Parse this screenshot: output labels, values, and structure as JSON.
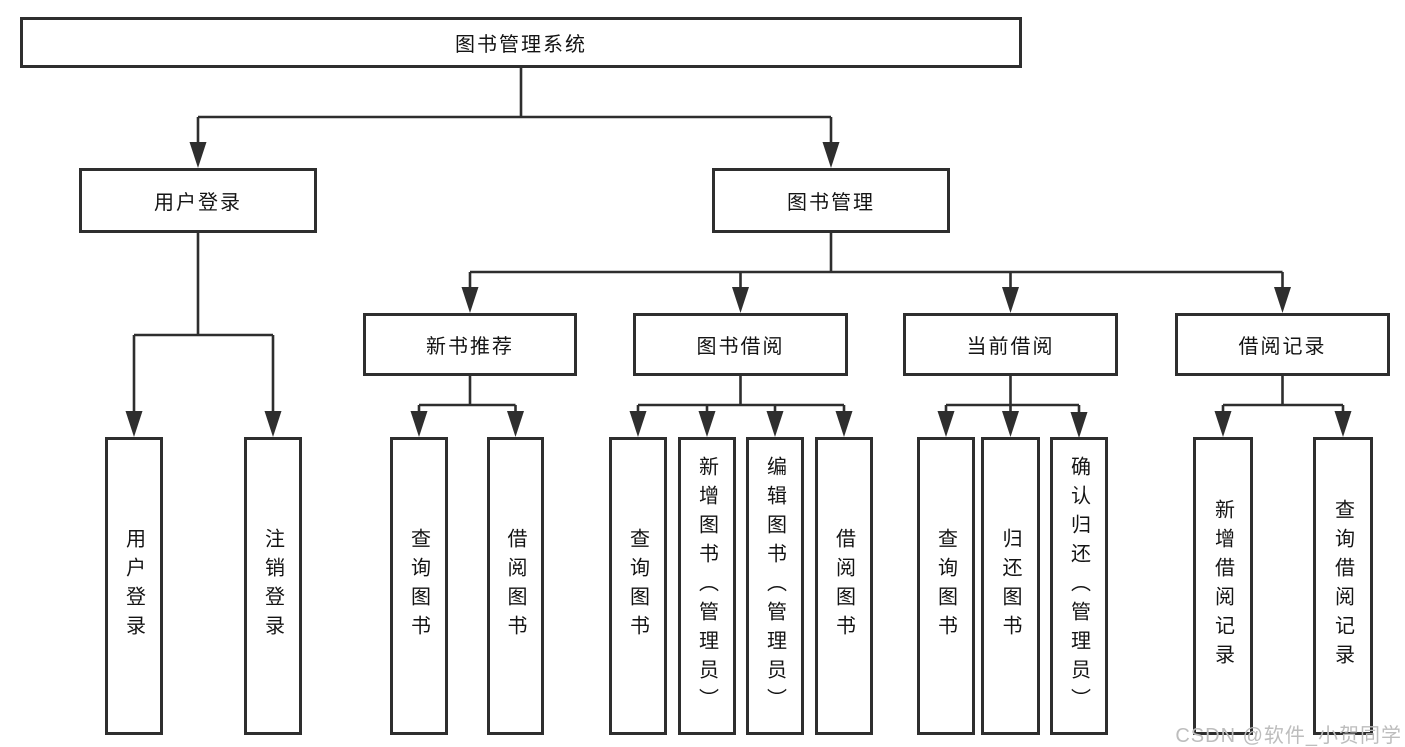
{
  "diagram": {
    "root": "图书管理系统",
    "level2": {
      "user_login": "用户登录",
      "book_mgmt": "图书管理"
    },
    "level3": {
      "new_book": "新书推荐",
      "book_borrow": "图书借阅",
      "current_borrow": "当前借阅",
      "borrow_record": "借阅记录"
    },
    "leaves": {
      "user": [
        "用户登录",
        "注销登录"
      ],
      "new_book": [
        "查询图书",
        "借阅图书"
      ],
      "book_borrow": [
        "查询图书",
        "新增图书（管理员）",
        "编辑图书（管理员）",
        "借阅图书"
      ],
      "current_borrow": [
        "查询图书",
        "归还图书",
        "确认归还（管理员）"
      ],
      "borrow_record": [
        "新增借阅记录",
        "查询借阅记录"
      ]
    }
  },
  "watermark": "CSDN @软件_小贺同学",
  "colors": {
    "line": "#2e2e2e",
    "box_border": "#2e2e2e",
    "text": "#141414",
    "watermark": "#bdbdbd",
    "background": "#ffffff"
  }
}
